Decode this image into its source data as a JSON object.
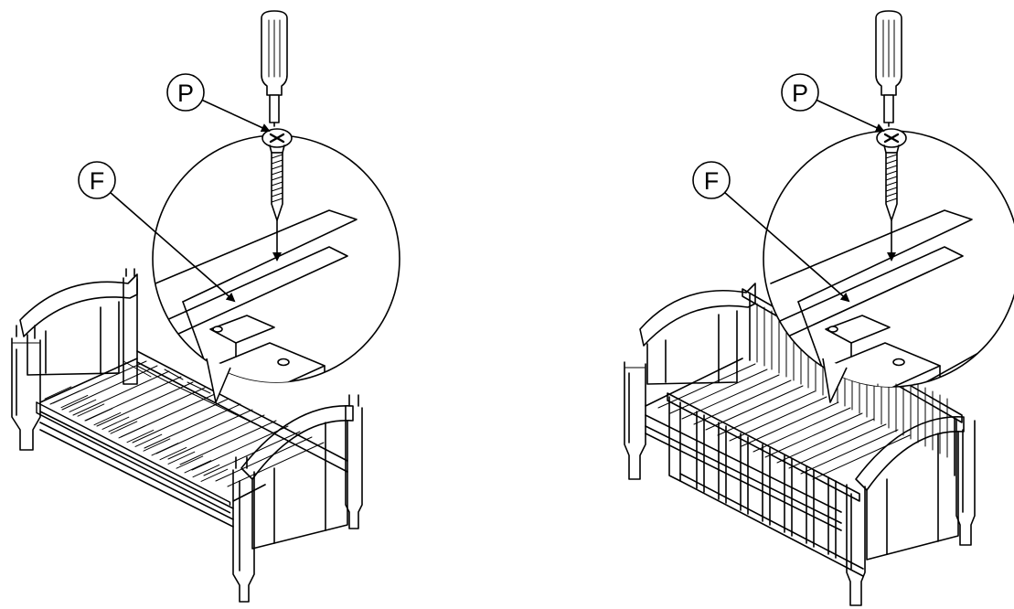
{
  "steps": [
    {
      "part_label_screw": "P",
      "part_label_slat": "F"
    },
    {
      "part_label_screw": "P",
      "part_label_slat": "F"
    }
  ],
  "icons": {
    "tool": "screwdriver-icon",
    "fastener": "wood-screw-icon"
  }
}
